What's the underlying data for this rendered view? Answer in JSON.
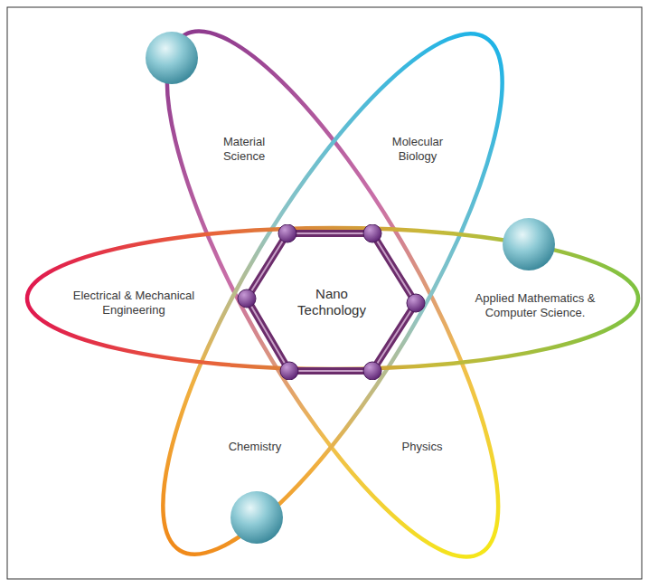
{
  "diagram": {
    "nodes": [
      {
        "text": [
          "Nano Technology"
        ]
      }
    ],
    "labels": [
      "Material Science",
      "Molecular Biology",
      "Electrical & Mechanical Engineering",
      "Applied Mathematics & Computer Science.",
      "Chemistry",
      "Physics"
    ]
  }
}
